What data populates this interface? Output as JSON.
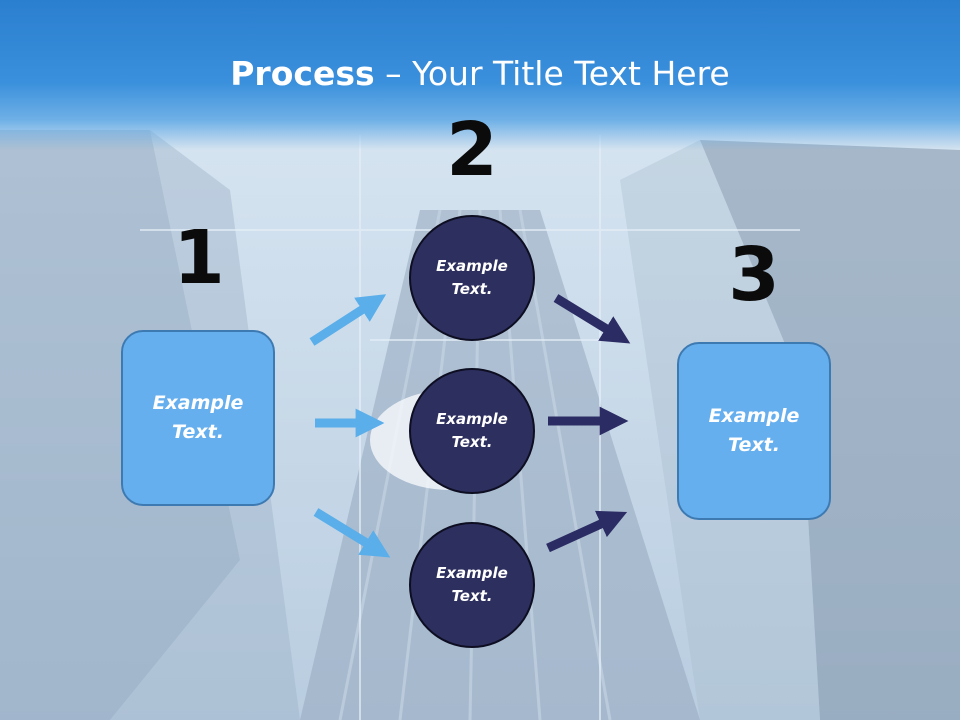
{
  "header": {
    "title_bold": "Process",
    "title_rest": " – Your Title Text Here"
  },
  "steps": [
    {
      "number": "1",
      "label": "Example Text."
    },
    {
      "number": "2",
      "items": [
        "Example Text.",
        "Example Text.",
        "Example Text."
      ]
    },
    {
      "number": "3",
      "label": "Example Text."
    }
  ],
  "colors": {
    "light_box": "#66afee",
    "dark_circle": "#2d2f5f",
    "light_arrow": "#5aaeea",
    "dark_arrow": "#2b2c63",
    "header": "#2b7fcf"
  }
}
